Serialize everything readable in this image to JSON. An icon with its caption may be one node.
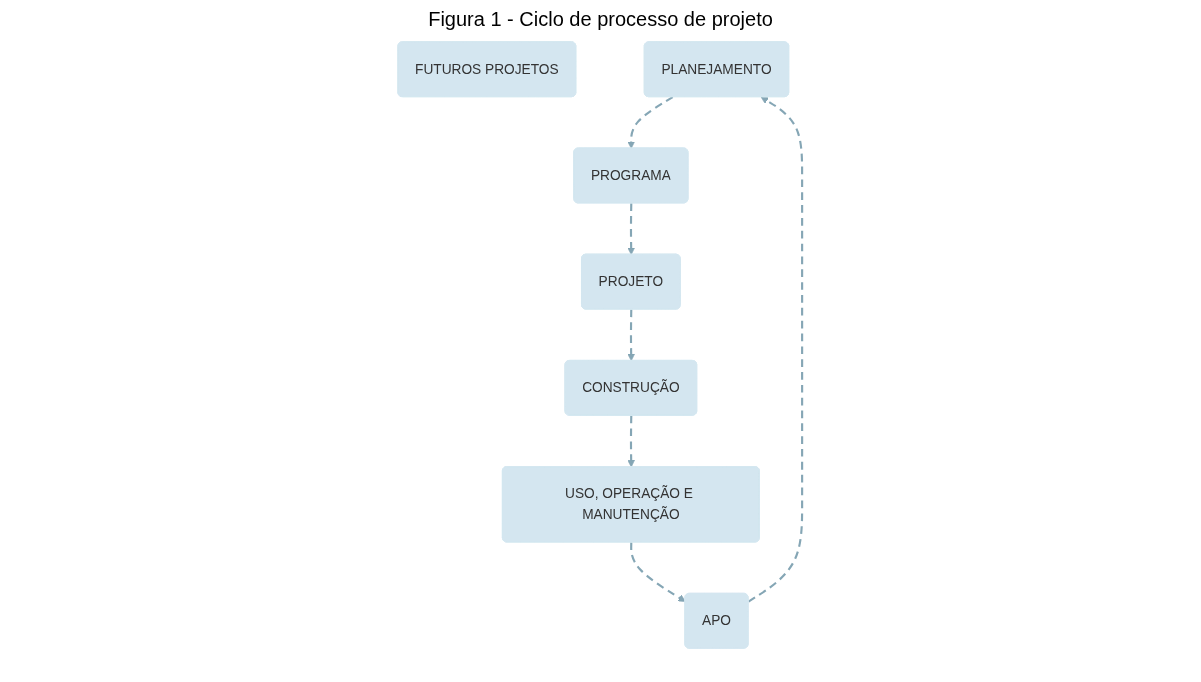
{
  "diagram": {
    "title": "Figura 1 - Ciclo de processo de projeto",
    "nodes": [
      {
        "text": [
          "FUTUROS PROJETOS"
        ]
      },
      {
        "text": [
          "PLANEJAMENTO"
        ]
      },
      {
        "text": [
          "APO"
        ]
      },
      {
        "text": [
          "PROGRAMA"
        ]
      },
      {
        "text": [
          "USO, OPERAÇÃO E MANUTENÇÃO"
        ]
      },
      {
        "text": [
          "PROJETO"
        ]
      },
      {
        "text": [
          "CONSTRUÇÃO"
        ]
      }
    ],
    "edges": [
      {
        "from": 1,
        "to": 3,
        "arrow": "to",
        "style": "dashed"
      },
      {
        "from": 3,
        "to": 5,
        "arrow": "to",
        "style": "dashed"
      },
      {
        "from": 5,
        "to": 6,
        "arrow": "to",
        "style": "dashed"
      },
      {
        "from": 6,
        "to": 4,
        "arrow": "to",
        "style": "dashed"
      },
      {
        "from": 4,
        "to": 2,
        "arrow": "to",
        "style": "dashed"
      },
      {
        "from": 2,
        "to": 1,
        "arrow": "to",
        "style": "dashed"
      }
    ]
  }
}
